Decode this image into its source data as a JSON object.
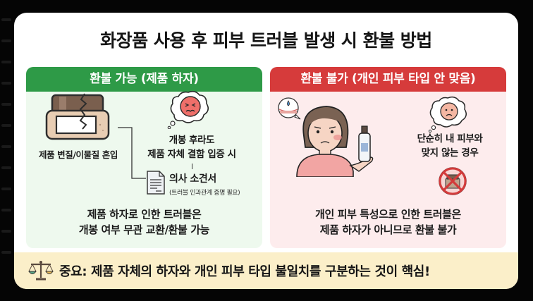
{
  "title": "화장품 사용 후 피부 트러블 발생 시 환불 방법",
  "left_panel": {
    "header": "환불 가능 (제품 하자)",
    "color": "#2e9a47",
    "bg": "#eef9ee",
    "jar_label": "제품 변질/이물질 혼입",
    "thought_line1": "개봉 후라도",
    "thought_line2": "제품 자체 결함 입증 시",
    "doc_title": "의사 소견서",
    "doc_note": "(트러블 인과관계 증명 필요)",
    "summary_line1": "제품 하자로 인한 트러블은",
    "summary_line2": "개봉 여부 무관 교환/환불 가능",
    "icons": [
      "cracked-jar-icon",
      "angry-face-thought-icon",
      "document-icon"
    ]
  },
  "right_panel": {
    "header": "환불 불가 (개인 피부 타입 안 맞음)",
    "color": "#d63b3b",
    "bg": "#fdeced",
    "thought_line1": "단순히 내 피부와",
    "thought_line2": "맞지 않는 경우",
    "summary_line1": "개인 피부 특성으로 인한 트러블은",
    "summary_line2": "제품 하자가 아니므로 환불 불가",
    "icons": [
      "skin-cross-section-icon",
      "worried-woman-illustration",
      "sad-face-thought-icon",
      "prohibited-product-icon"
    ]
  },
  "banner": {
    "icon": "scales-icon",
    "text": "중요: 제품 자체의 하자와 개인 피부 타입 불일치를 구분하는 것이 핵심!",
    "bg": "#fbefc9"
  }
}
